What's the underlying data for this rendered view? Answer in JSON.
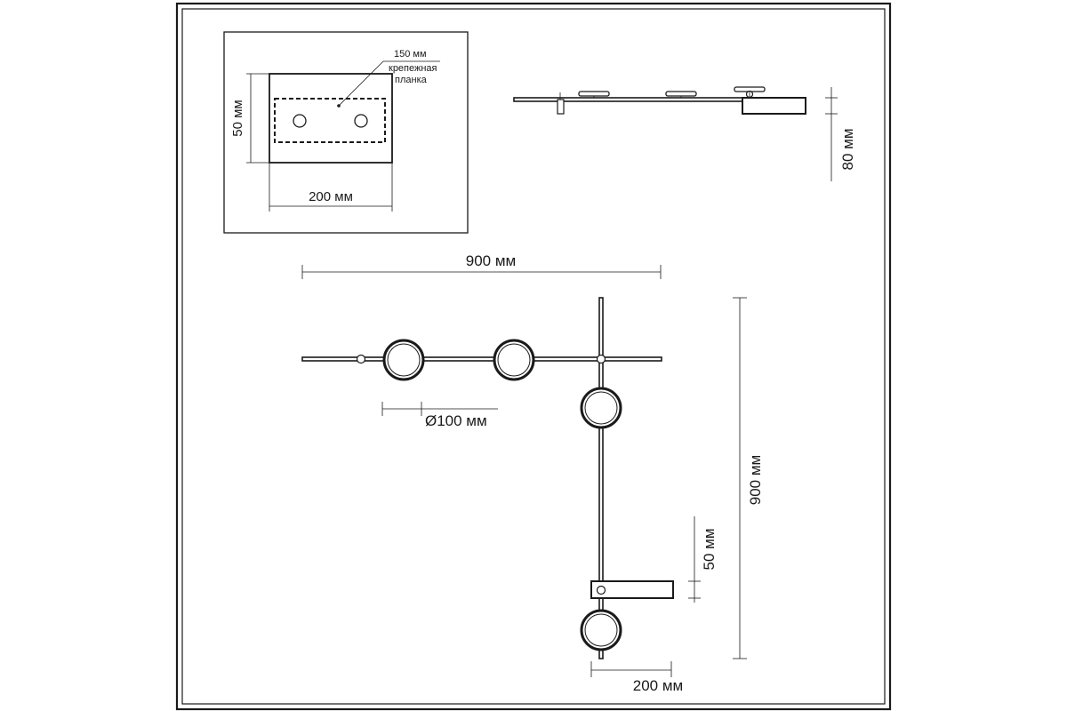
{
  "detail_plate": {
    "pitch_label": "150 мм",
    "callout_line1": "крепежная",
    "callout_line2": "планка",
    "height_label": "50 мм",
    "width_label": "200 мм"
  },
  "side_view": {
    "height_label": "80 мм"
  },
  "front_view": {
    "width_label": "900 мм",
    "height_label": "900 мм",
    "diameter_label": "Ø100 мм",
    "box_height_label": "50 мм",
    "box_width_label": "200 мм"
  }
}
